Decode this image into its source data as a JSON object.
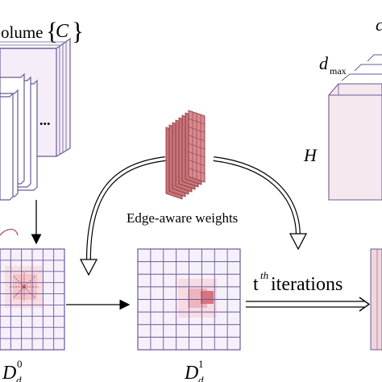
{
  "labels": {
    "cost_volume": "olume",
    "cost_volume_symbol": "C",
    "ellipsis": "...",
    "edge_aware_weights": "Edge-aware weights",
    "d_max_base": "d",
    "d_max_sub": "max",
    "height_label": "H",
    "iterations_base": "t",
    "iterations_sup": "th",
    "iterations_text": " iterations",
    "dd0_base": "D",
    "dd0_sub": "d",
    "dd0_sup": "0",
    "dd1_base": "D",
    "dd1_sub": "d",
    "dd1_sup": "1",
    "top_right_fragment": "c"
  },
  "colors": {
    "grid_stroke": "#6a5a95",
    "grid_fill": "#f6f0fa",
    "grid_fill_soft": "#f7e4ea",
    "highlight_light": "#f1c6cc",
    "highlight_mid": "#e79aa3",
    "highlight_dark": "#d9727c",
    "volume_face": "#f5e8ee",
    "volume_side": "#f9f1f5",
    "weights_fill": "#d88a8e",
    "weights_line": "#8b3b43",
    "arrow": "#000000",
    "star_lines": "#b14c52"
  },
  "icons": {
    "flow_arrow": "curved-arrow-icon",
    "double_arrow": "double-arrow-icon",
    "star_propagation": "star-propagation-icon"
  }
}
